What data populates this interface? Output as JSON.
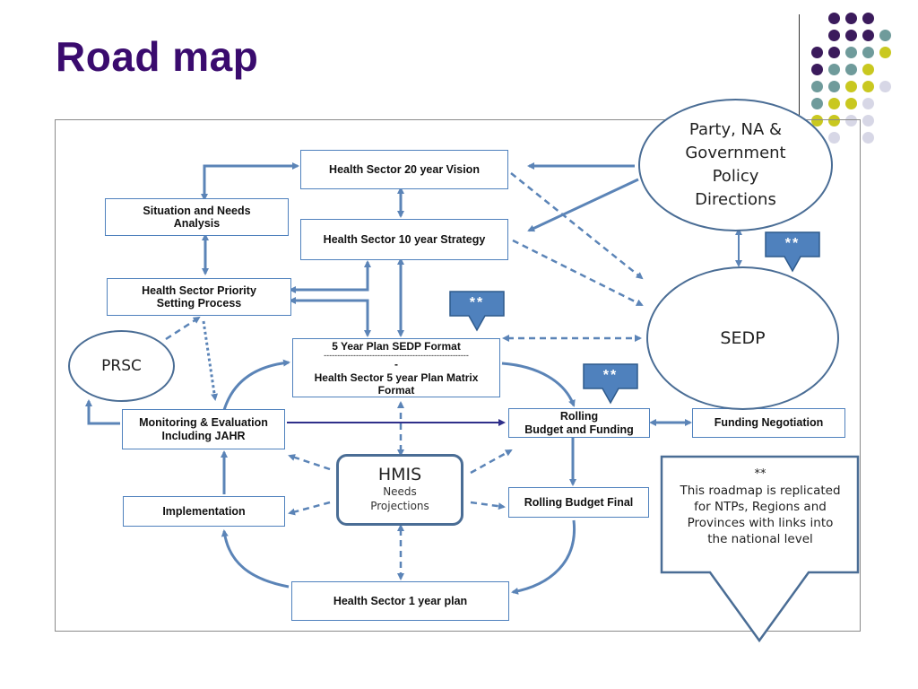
{
  "slide": {
    "title": "Road map",
    "colors": {
      "title": "#3a0b6e",
      "box_border": "#4f81bd",
      "arrow": "#5b84b7",
      "dark_arrow": "#2f2f8a",
      "badge": "#4f81bd"
    }
  },
  "decor": {
    "dot_colors": [
      "#3b1b5c",
      "#6f9b9b",
      "#c9c820",
      "#d7d7e6"
    ]
  },
  "diagram": {
    "vision": "Health Sector 20 year Vision",
    "strategy": "Health Sector 10 year Strategy",
    "situation": "Situation and Needs\nAnalysis",
    "priority": "Health Sector Priority\nSetting Process",
    "prsc": "PRSC",
    "sedp_format": {
      "line1": "5 Year Plan SEDP  Format",
      "line2": "------------------------------------------------------",
      "line3": "-",
      "line4": "Health Sector 5 year Plan Matrix\nFormat"
    },
    "monitoring": "Monitoring & Evaluation\nIncluding JAHR",
    "rolling": "Rolling\nBudget and Funding",
    "funding_negotiation": "Funding Negotiation",
    "hmis": {
      "title": "HMIS",
      "sub1": "Needs",
      "sub2": "Projections"
    },
    "implementation": "Implementation",
    "rolling_final": "Rolling Budget Final",
    "one_year": "Health Sector 1 year plan",
    "party": "Party, NA &\nGovernment\nPolicy\nDirections",
    "sedp": "SEDP",
    "badge": "**",
    "note": {
      "stars": "**",
      "text": "This roadmap is replicated\nfor NTPs, Regions and\nProvinces with links into\nthe national level"
    }
  }
}
